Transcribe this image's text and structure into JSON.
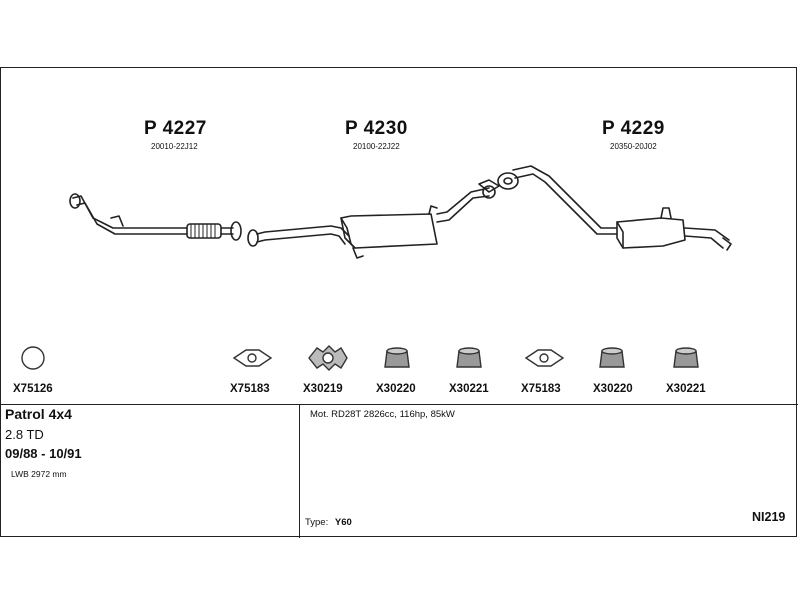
{
  "parts": [
    {
      "number": "P 4227",
      "oem": "20010-22J12"
    },
    {
      "number": "P 4230",
      "oem": "20100-22J22"
    },
    {
      "number": "P 4229",
      "oem": "20350-20J02"
    }
  ],
  "accessories": [
    "X75126",
    "X75183",
    "X30219",
    "X30220",
    "X30221",
    "X75183",
    "X30220",
    "X30221"
  ],
  "vehicle": {
    "model": "Patrol 4x4",
    "engine": "2.8 TD",
    "years": "09/88 - 10/91",
    "wheelbase": "LWB 2972 mm"
  },
  "motor_info": "Mot. RD28T 2826cc, 116hp, 85kW",
  "type_label": "Type:",
  "type_value": "Y60",
  "ref_code": "NI219"
}
